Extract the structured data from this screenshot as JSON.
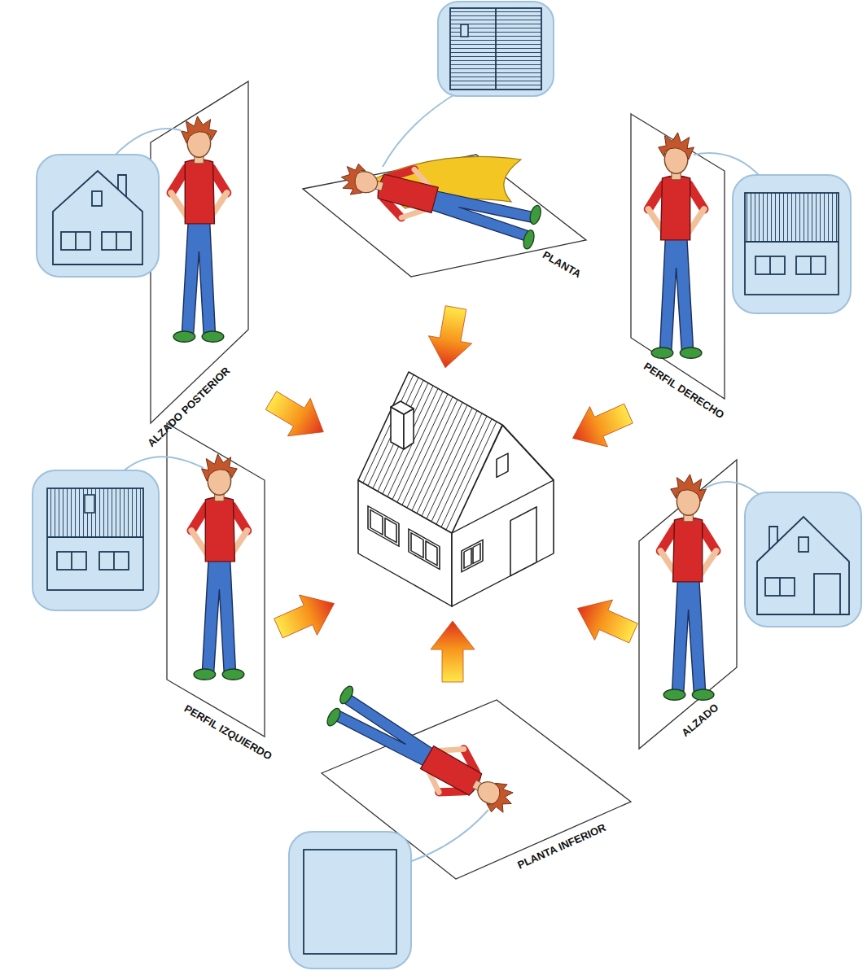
{
  "diagram": {
    "labels": [
      "ALZADO POSTERIOR",
      "PLANTA",
      "PERFIL DERECHO",
      "PERFIL IZQUIERDO",
      "ALZADO",
      "PLANTA INFERIOR"
    ]
  }
}
